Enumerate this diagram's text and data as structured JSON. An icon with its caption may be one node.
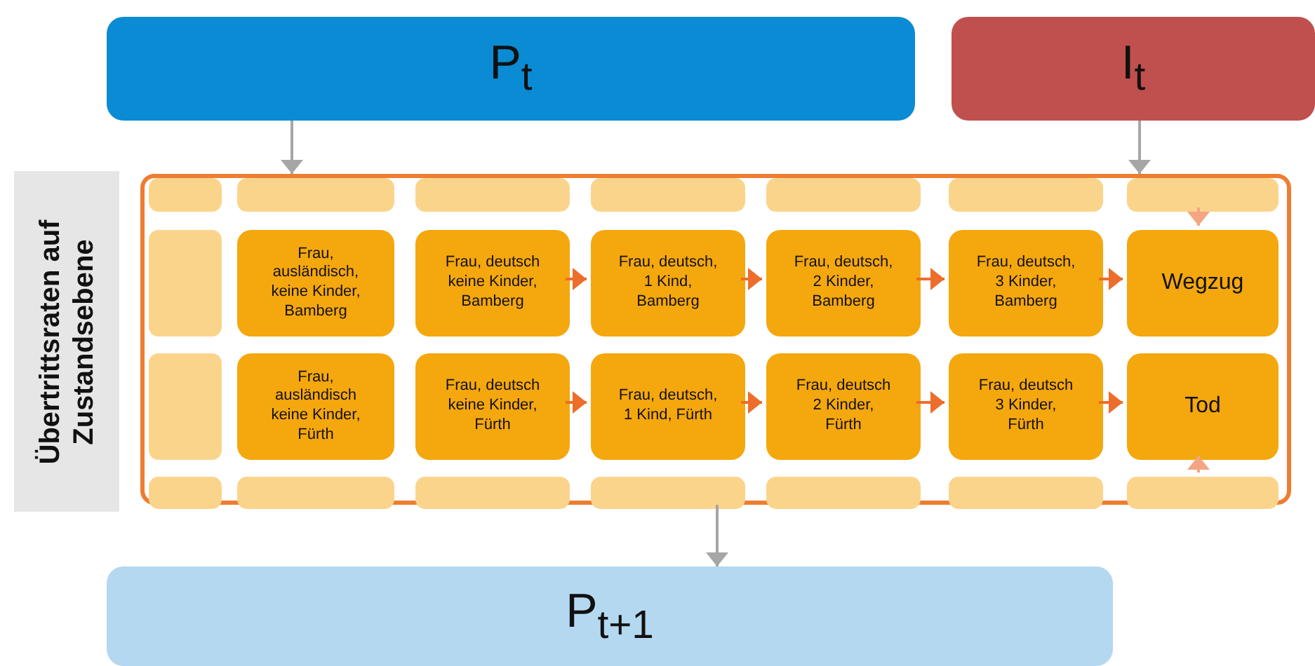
{
  "diagram": {
    "nodes": [
      {
        "text": [
          "P$_{t}$"
        ]
      },
      {
        "text": [
          "I$_{t}$"
        ]
      },
      {
        "text": [
          "Übertrittsraten auf Zustandsebene"
        ]
      },
      {
        "text": [],
        "shape": "box"
      },
      {
        "text": [],
        "shape": "box",
        "in": 3
      },
      {
        "text": [],
        "shape": "box",
        "in": 3
      },
      {
        "text": [],
        "shape": "box",
        "in": 3
      },
      {
        "text": [],
        "shape": "box",
        "in": 3
      },
      {
        "text": [],
        "shape": "box",
        "in": 3
      },
      {
        "text": [],
        "shape": "box",
        "in": 3
      },
      {
        "text": [],
        "shape": "box",
        "in": 3
      },
      {
        "text": [],
        "shape": "box",
        "in": 3
      },
      {
        "text": [
          "Frau, ausländisch, keine Kinder, Bamberg"
        ],
        "in": 3
      },
      {
        "text": [
          "Frau, deutsch keine Kinder, Bamberg"
        ],
        "in": 3
      },
      {
        "text": [
          "Frau, deutsch, 1 Kind, Bamberg"
        ],
        "in": 3
      },
      {
        "text": [
          "Frau, deutsch, 2 Kinder, Bamberg"
        ],
        "in": 3
      },
      {
        "text": [
          "Frau, deutsch, 3 Kinder, Bamberg"
        ],
        "in": 3
      },
      {
        "text": [
          "Wegzug"
        ],
        "in": 3
      },
      {
        "text": [],
        "shape": "box",
        "in": 3
      },
      {
        "text": [
          "Frau, ausländisch keine Kinder, Fürth"
        ],
        "in": 3
      },
      {
        "text": [
          "Frau, deutsch keine Kinder, Fürth"
        ],
        "in": 3
      },
      {
        "text": [
          "Frau, deutsch, 1 Kind, Fürth"
        ],
        "in": 3
      },
      {
        "text": [
          "Frau, deutsch 2 Kinder, Fürth"
        ],
        "in": 3
      },
      {
        "text": [
          "Frau, deutsch 3 Kinder, Fürth"
        ],
        "in": 3
      },
      {
        "text": [
          "Tod"
        ],
        "in": 3
      },
      {
        "text": [],
        "shape": "box",
        "in": 3
      },
      {
        "text": [],
        "shape": "box",
        "in": 3
      },
      {
        "text": [],
        "shape": "box",
        "in": 3
      },
      {
        "text": [],
        "shape": "box",
        "in": 3
      },
      {
        "text": [],
        "shape": "box",
        "in": 3
      },
      {
        "text": [],
        "shape": "box",
        "in": 3
      },
      {
        "text": [],
        "shape": "box",
        "in": 3
      },
      {
        "text": [
          "P$_{t+1}$"
        ]
      }
    ],
    "edges": [
      {
        "from": 0,
        "to": 3,
        "arrow": "to",
        "color": "#a6a6a6"
      },
      {
        "from": 1,
        "to": 3,
        "arrow": "to",
        "color": "#a6a6a6"
      },
      {
        "from": 13,
        "to": 14,
        "arrow": "to"
      },
      {
        "from": 14,
        "to": 15,
        "arrow": "to"
      },
      {
        "from": 15,
        "to": 16,
        "arrow": "to"
      },
      {
        "from": 16,
        "to": 17,
        "arrow": "to"
      },
      {
        "from": 20,
        "to": 21,
        "arrow": "to"
      },
      {
        "from": 21,
        "to": 22,
        "arrow": "to"
      },
      {
        "from": 22,
        "to": 23,
        "arrow": "to"
      },
      {
        "from": 23,
        "to": 24,
        "arrow": "to"
      },
      {
        "from": 10,
        "to": 17,
        "arrow": "to",
        "color": "#f4a582"
      },
      {
        "from": 31,
        "to": 24,
        "arrow": "to",
        "color": "#f4a582"
      },
      {
        "from": 3,
        "to": 32,
        "arrow": "to",
        "color": "#a6a6a6"
      }
    ]
  }
}
